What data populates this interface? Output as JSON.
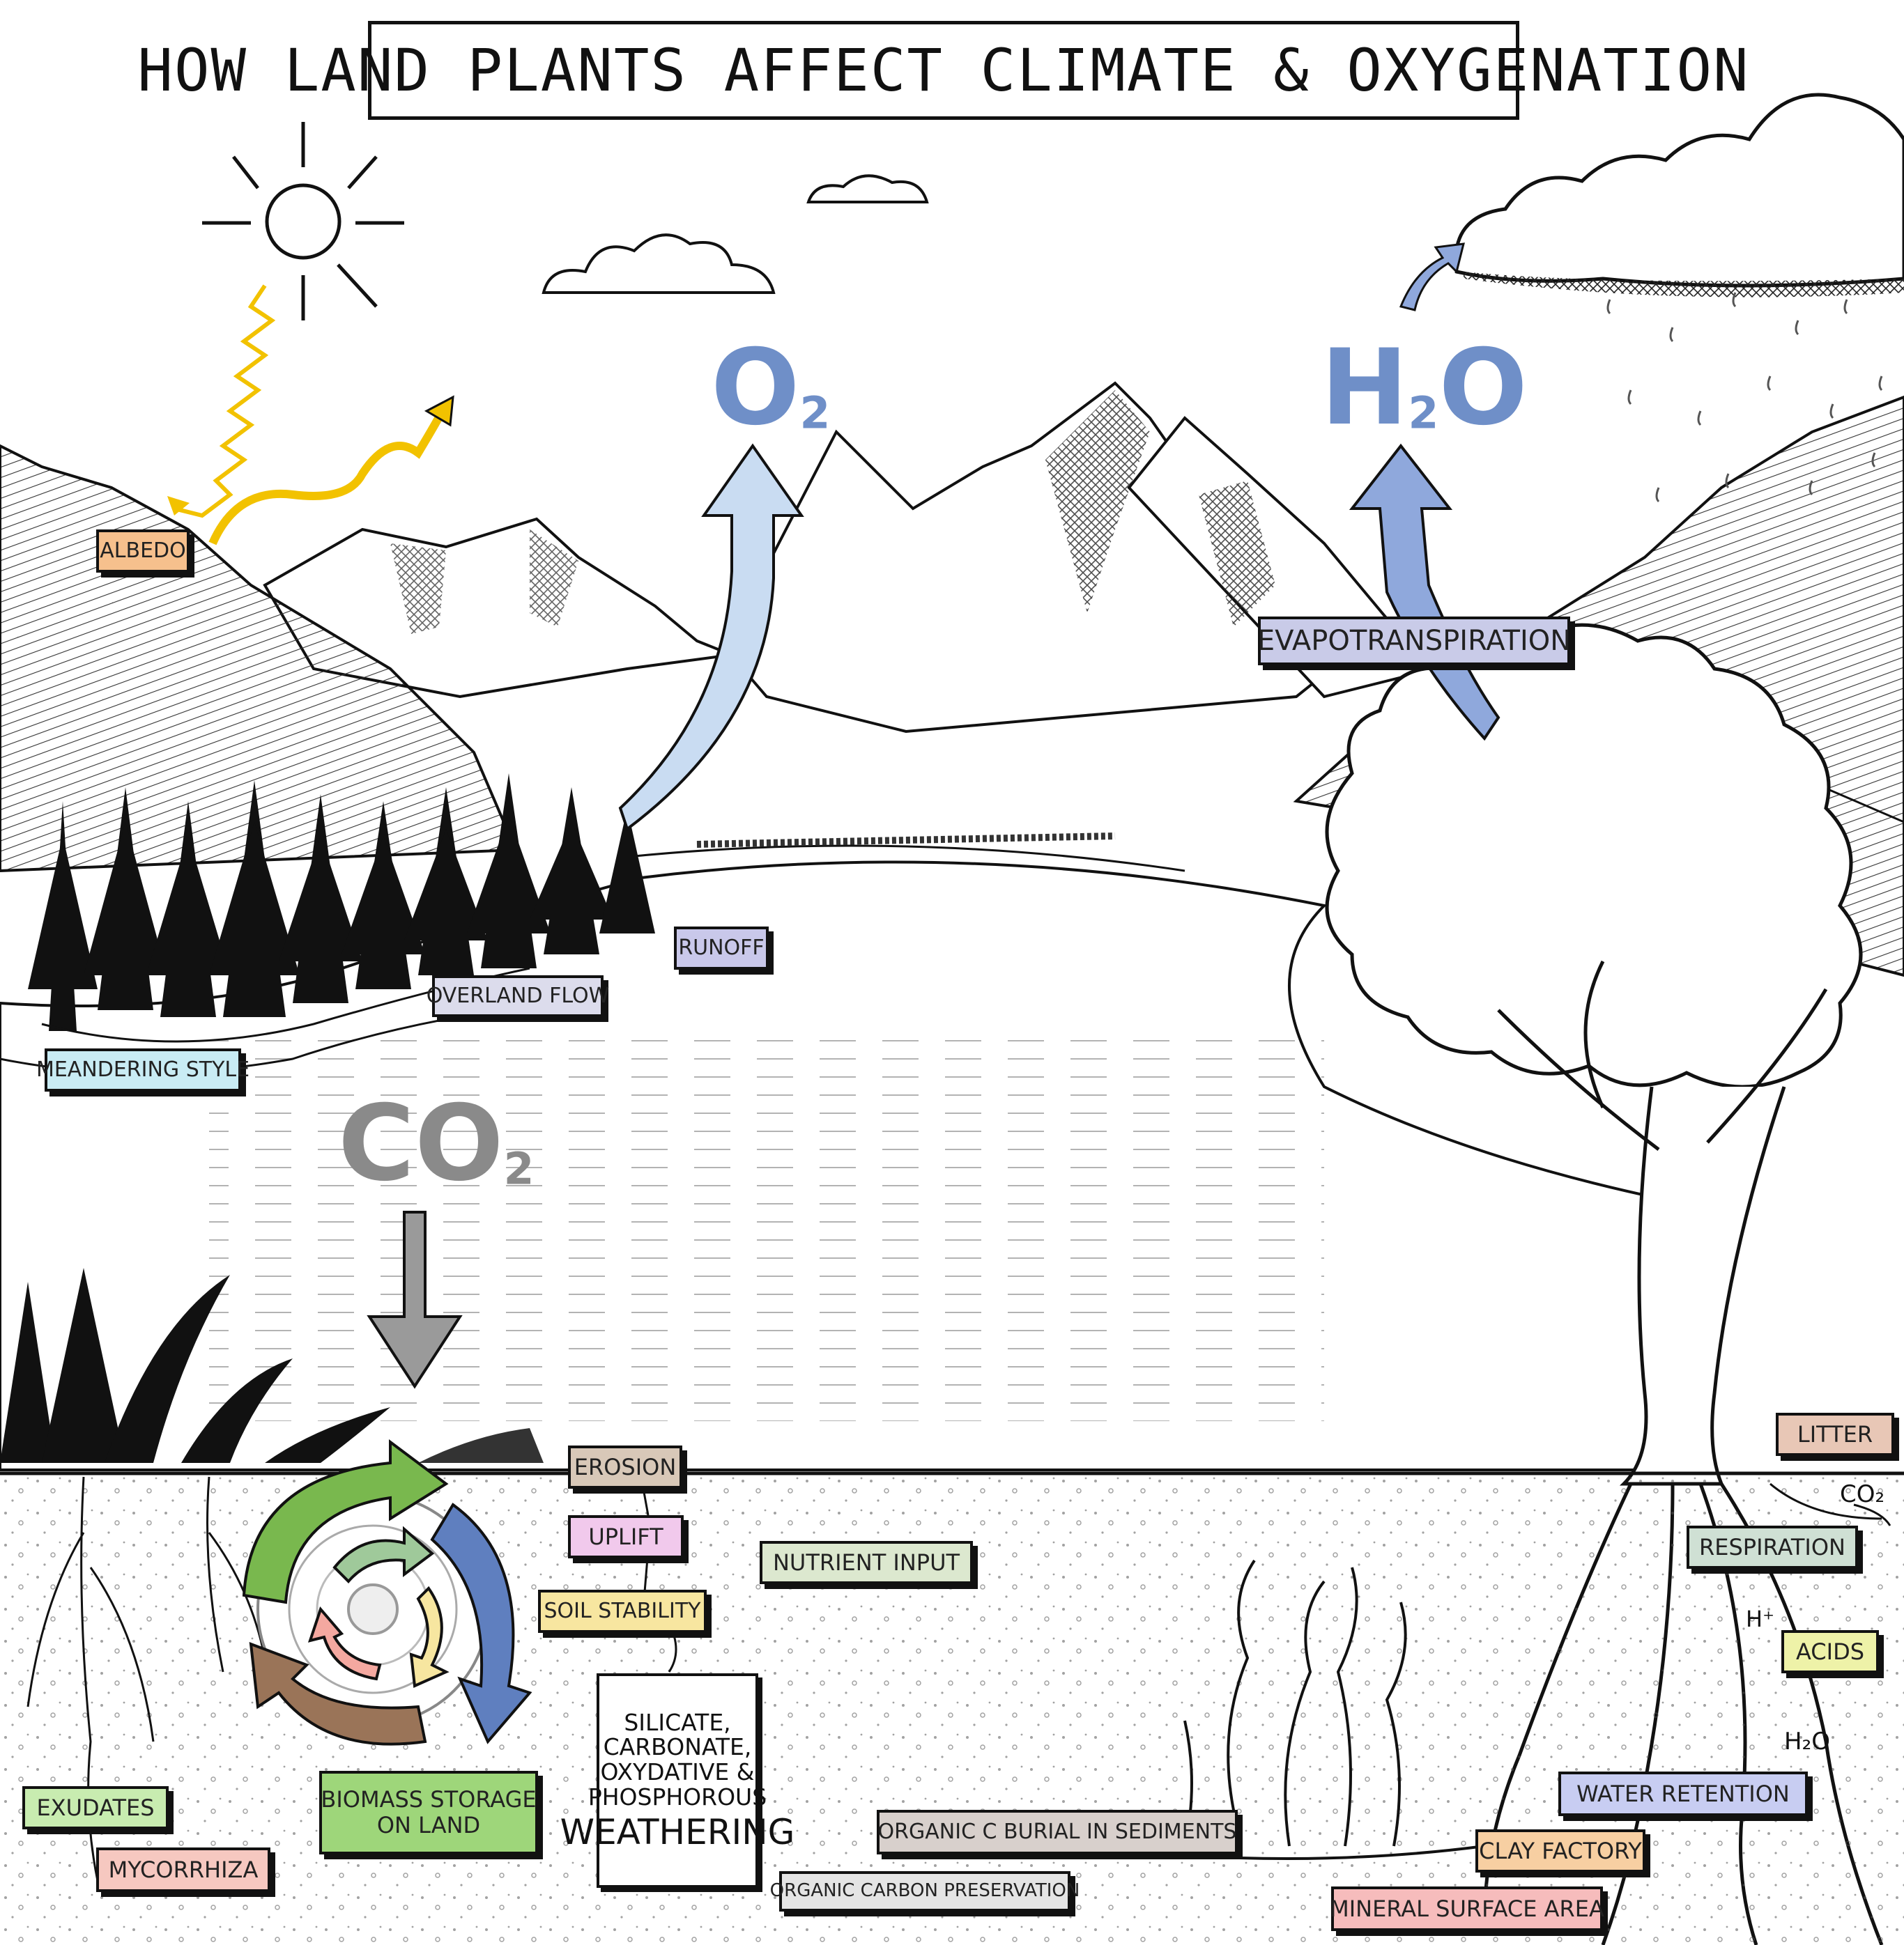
{
  "title": "HOW LAND PLANTS AFFECT CLIMATE & OXYGENATION",
  "molecules": {
    "o2": {
      "main": "O",
      "sub": "2",
      "color": "#6f8fc8"
    },
    "h2o_a": "H",
    "h2o_sub": "2",
    "h2o_b": "O",
    "h2o_color": "#6f8fc8",
    "co2": {
      "main": "CO",
      "sub": "2",
      "color": "#8a8a8a"
    }
  },
  "small_labels": {
    "co2_small": "CO₂",
    "h_plus": "H⁺",
    "h2o_small": "H₂O"
  },
  "labels": {
    "albedo": {
      "text": "ALBEDO",
      "color": "#f6c08d"
    },
    "evapotranspiration": {
      "text": "EVAPOTRANSPIRATION",
      "color": "#c9cbe8"
    },
    "runoff": {
      "text": "RUNOFF",
      "color": "#c9c8ea"
    },
    "overland_flow": {
      "text": "OVERLAND FLOW",
      "color": "#dcdcec"
    },
    "meandering_style": {
      "text": "MEANDERING STYLE",
      "color": "#c9ecf4"
    },
    "erosion": {
      "text": "EROSION",
      "color": "#d8c8b8"
    },
    "uplift": {
      "text": "UPLIFT",
      "color": "#f1c9ec"
    },
    "soil_stability": {
      "text": "SOIL STABILITY",
      "color": "#f7e6a0"
    },
    "nutrient_input": {
      "text": "NUTRIENT INPUT",
      "color": "#dce8cf"
    },
    "litter": {
      "text": "LITTER",
      "color": "#e8c7b6"
    },
    "respiration": {
      "text": "RESPIRATION",
      "color": "#cfe0d4"
    },
    "acids": {
      "text": "ACIDS",
      "color": "#eef2a8"
    },
    "water_retention": {
      "text": "WATER RETENTION",
      "color": "#c8cdf2"
    },
    "clay_factory": {
      "text": "CLAY FACTORY",
      "color": "#f7cfa2"
    },
    "mineral_surface_area": {
      "text": "MINERAL SURFACE AREA",
      "color": "#f6bcbc"
    },
    "exudates": {
      "text": "EXUDATES",
      "color": "#c8ecb0"
    },
    "mycorrhiza": {
      "text": "MYCORRHIZA",
      "color": "#f6c8c0"
    },
    "biomass_storage": {
      "line1": "BIOMASS STORAGE",
      "line2": "ON LAND",
      "color": "#9ed67a"
    },
    "organic_c_burial": {
      "text": "ORGANIC C BURIAL IN SEDIMENTS",
      "color": "#d8d0cc"
    },
    "organic_carbon_preservation": {
      "text": "ORGANIC CARBON PRESERVATION",
      "color": "#e4e4e4"
    }
  },
  "weathering": {
    "line1": "SILICATE,",
    "line2": "CARBONATE,",
    "line3": "OXYDATIVE &",
    "line4": "PHOSPHOROUS",
    "line5": "WEATHERING"
  },
  "colors": {
    "sun_ray": "#f2c200",
    "o2_arrow": "#c9dcf2",
    "h2o_arrow": "#8fa8dc",
    "co2_arrow": "#9a9a9a",
    "cycle_green": "#79b84e",
    "cycle_blue": "#5f7fbf",
    "cycle_brown": "#9a7458"
  }
}
